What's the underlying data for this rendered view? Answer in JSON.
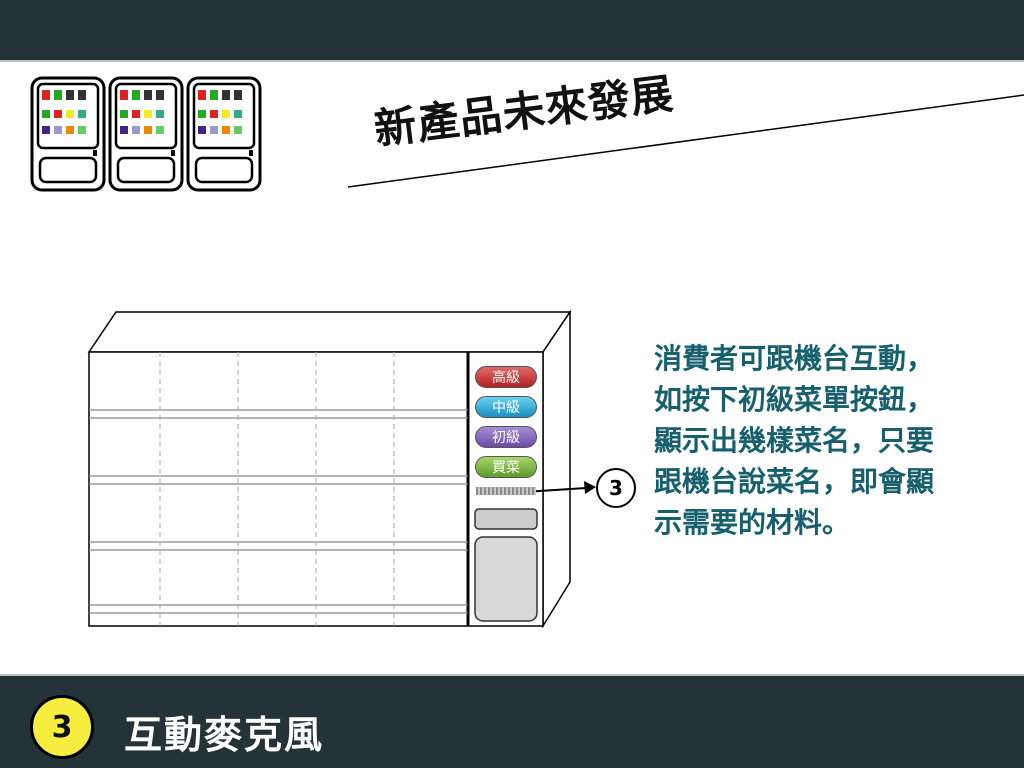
{
  "slide": {
    "title": "新產品未來發展",
    "footer_number": "3",
    "footer_title": "互動麥克風"
  },
  "description": {
    "lines": [
      "消費者可跟機台互動，",
      "如按下初級菜單按鈕，",
      "顯示出幾樣菜名，只要",
      "跟機台說菜名，即會顯",
      "示需要的材料。"
    ]
  },
  "machine": {
    "buttons": {
      "high": "高級",
      "mid": "中級",
      "low": "初級",
      "buy": "買菜"
    },
    "callout_number": "3"
  },
  "colors": {
    "bar": "#233337",
    "badge": "#f7ed3f",
    "description_text": "#16606e",
    "button_high": "#c03030",
    "button_mid": "#2aa6d8",
    "button_low": "#7d5fbf",
    "button_buy": "#74b03a"
  },
  "icons": [
    "vending-machine-icon",
    "vending-machine-icon",
    "vending-machine-icon",
    "arrow-right-icon"
  ]
}
